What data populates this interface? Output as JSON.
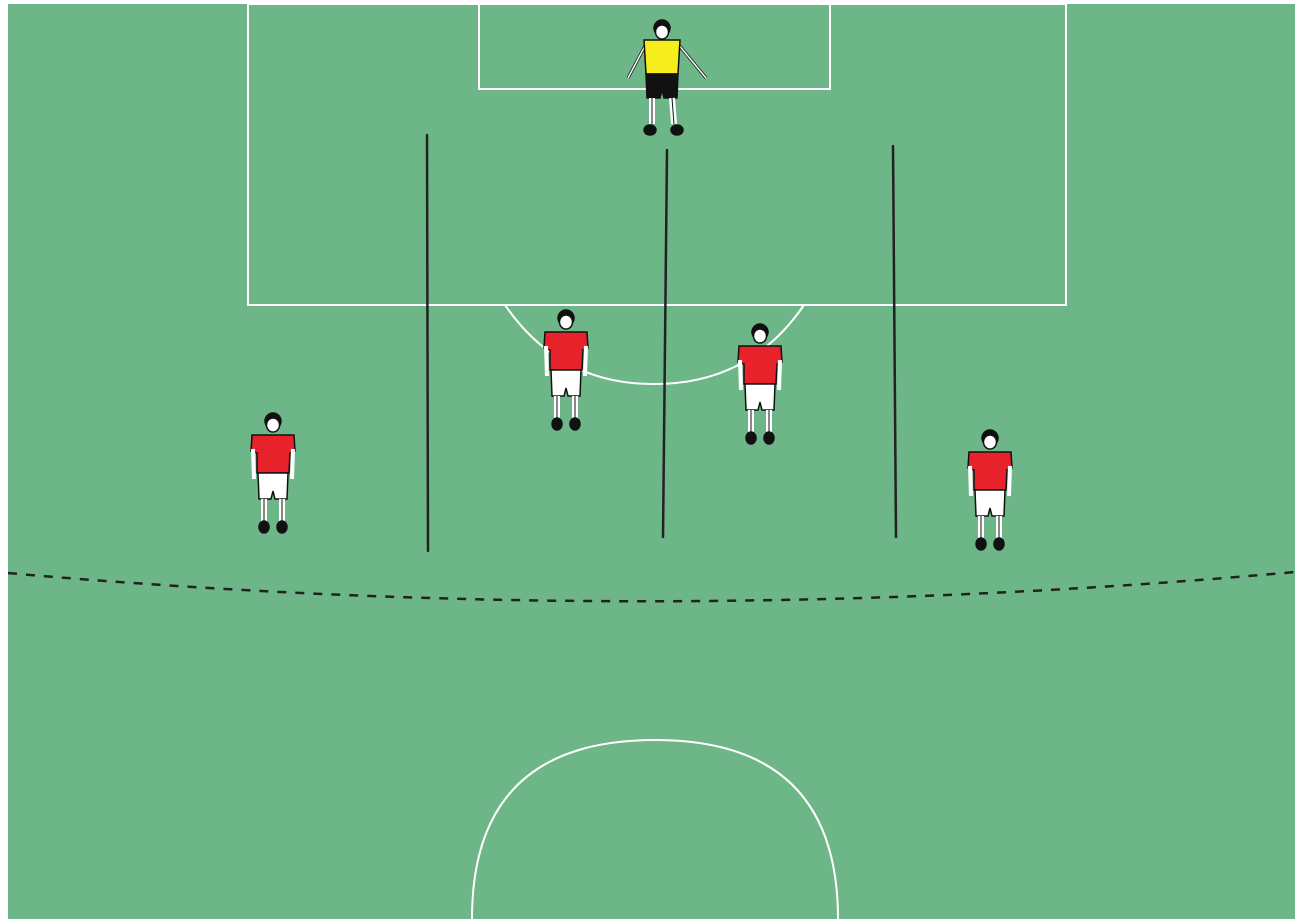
{
  "colors": {
    "grass": "#6db688",
    "pitch_lines": "#ffffff",
    "zone_lines": "#222222",
    "attacking_team_shirt": "#e8222a",
    "attacking_team_shorts": "#ffffff",
    "goalkeeper_shirt": "#f5ee1c",
    "goalkeeper_shorts": "#111111",
    "skin": "#ffffff",
    "hair": "#111111"
  },
  "pitch": {
    "markings": [
      "penalty-area",
      "goal-area",
      "penalty-arc",
      "center-circle"
    ],
    "zone_lines_count": 3,
    "dashed_boundary": true
  },
  "players": [
    {
      "role": "goalkeeper",
      "team": "keeper",
      "icon": "goalkeeper-icon"
    },
    {
      "role": "attacker",
      "team": "red",
      "icon": "player-icon"
    },
    {
      "role": "attacker",
      "team": "red",
      "icon": "player-icon"
    },
    {
      "role": "attacker",
      "team": "red",
      "icon": "player-icon"
    },
    {
      "role": "attacker",
      "team": "red",
      "icon": "player-icon"
    }
  ]
}
